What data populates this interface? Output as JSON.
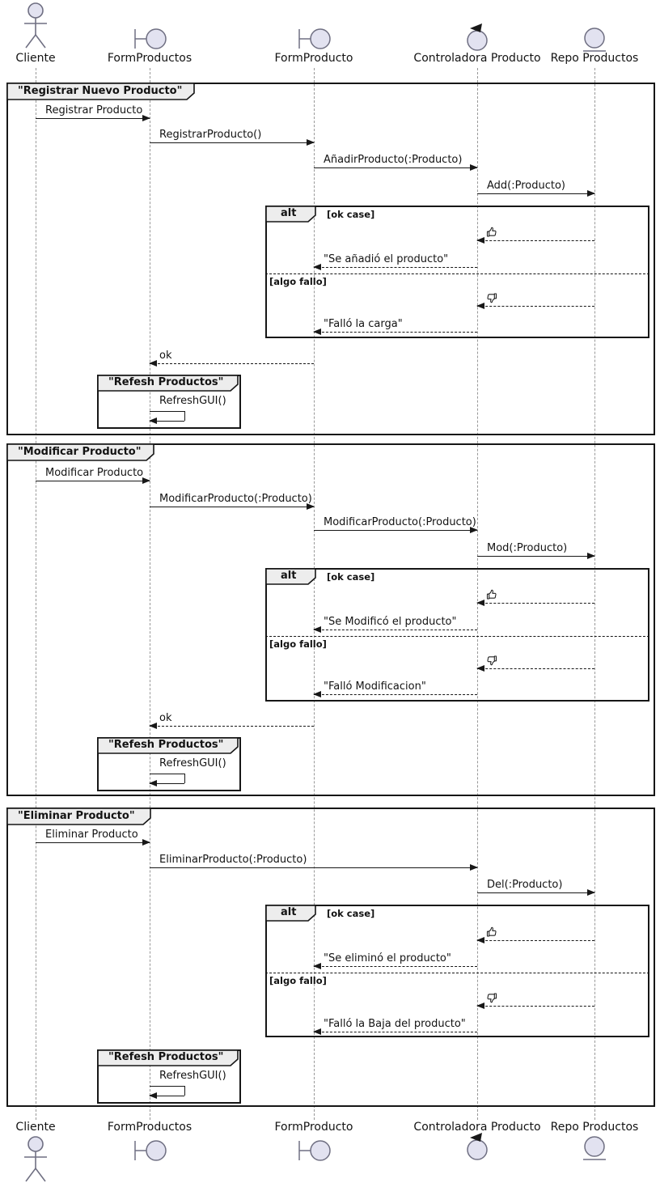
{
  "colors": {
    "background": "#ffffff",
    "frame_border": "#161616",
    "tab_fill": "#ededed",
    "lifeline": "#989898",
    "participant_fill": "#e2e2f0",
    "arrow": "#181818"
  },
  "participants": [
    {
      "name": "Cliente",
      "type": "actor"
    },
    {
      "name": "FormProductos",
      "type": "boundary"
    },
    {
      "name": "FormProducto",
      "type": "boundary"
    },
    {
      "name": "Controladora Producto",
      "type": "control"
    },
    {
      "name": "Repo Productos",
      "type": "entity"
    }
  ],
  "frames": [
    {
      "title": "\"Registrar Nuevo Producto\"",
      "alt": {
        "operator": "alt",
        "guard_ok": "[ok case]",
        "guard_fail": "[algo fallo]"
      },
      "group": {
        "title": "\"Refesh Productos\""
      },
      "messages": [
        {
          "label": "Registrar Producto",
          "from": "Cliente",
          "to": "FormProductos",
          "style": "solid"
        },
        {
          "label": "RegistrarProducto()",
          "from": "FormProductos",
          "to": "FormProducto",
          "style": "solid"
        },
        {
          "label": "AñadirProducto(:Producto)",
          "from": "FormProducto",
          "to": "Controladora Producto",
          "style": "solid"
        },
        {
          "label": "Add(:Producto)",
          "from": "Controladora Producto",
          "to": "Repo Productos",
          "style": "solid"
        },
        {
          "icon": "thumbs-up",
          "from": "Repo Productos",
          "to": "Controladora Producto",
          "style": "dashed"
        },
        {
          "label": "\"Se añadió el producto\"",
          "from": "Controladora Producto",
          "to": "FormProducto",
          "style": "dashed"
        },
        {
          "icon": "thumbs-down",
          "from": "Repo Productos",
          "to": "Controladora Producto",
          "style": "dashed"
        },
        {
          "label": "\"Falló la carga\"",
          "from": "Controladora Producto",
          "to": "FormProducto",
          "style": "dashed"
        },
        {
          "label": "ok",
          "from": "FormProducto",
          "to": "FormProductos",
          "style": "dashed"
        },
        {
          "label": "RefreshGUI()",
          "from": "FormProductos",
          "to": "FormProductos",
          "style": "self"
        }
      ]
    },
    {
      "title": "\"Modificar Producto\"",
      "alt": {
        "operator": "alt",
        "guard_ok": "[ok case]",
        "guard_fail": "[algo fallo]"
      },
      "group": {
        "title": "\"Refesh Productos\""
      },
      "messages": [
        {
          "label": "Modificar Producto",
          "from": "Cliente",
          "to": "FormProductos",
          "style": "solid"
        },
        {
          "label": "ModificarProducto(:Producto)",
          "from": "FormProductos",
          "to": "FormProducto",
          "style": "solid"
        },
        {
          "label": "ModificarProducto(:Producto)",
          "from": "FormProducto",
          "to": "Controladora Producto",
          "style": "solid"
        },
        {
          "label": "Mod(:Producto)",
          "from": "Controladora Producto",
          "to": "Repo Productos",
          "style": "solid"
        },
        {
          "icon": "thumbs-up",
          "from": "Repo Productos",
          "to": "Controladora Producto",
          "style": "dashed"
        },
        {
          "label": "\"Se Modificó el producto\"",
          "from": "Controladora Producto",
          "to": "FormProducto",
          "style": "dashed"
        },
        {
          "icon": "thumbs-down",
          "from": "Repo Productos",
          "to": "Controladora Producto",
          "style": "dashed"
        },
        {
          "label": "\"Falló Modificacion\"",
          "from": "Controladora Producto",
          "to": "FormProducto",
          "style": "dashed"
        },
        {
          "label": "ok",
          "from": "FormProducto",
          "to": "FormProductos",
          "style": "dashed"
        },
        {
          "label": "RefreshGUI()",
          "from": "FormProductos",
          "to": "FormProductos",
          "style": "self"
        }
      ]
    },
    {
      "title": "\"Eliminar Producto\"",
      "alt": {
        "operator": "alt",
        "guard_ok": "[ok case]",
        "guard_fail": "[algo fallo]"
      },
      "group": {
        "title": "\"Refesh Productos\""
      },
      "messages": [
        {
          "label": "Eliminar Producto",
          "from": "Cliente",
          "to": "FormProductos",
          "style": "solid"
        },
        {
          "label": "EliminarProducto(:Producto)",
          "from": "FormProductos",
          "to": "Controladora Producto",
          "style": "solid"
        },
        {
          "label": "Del(:Producto)",
          "from": "Controladora Producto",
          "to": "Repo Productos",
          "style": "solid"
        },
        {
          "icon": "thumbs-up",
          "from": "Repo Productos",
          "to": "Controladora Producto",
          "style": "dashed"
        },
        {
          "label": "\"Se eliminó el producto\"",
          "from": "Controladora Producto",
          "to": "FormProducto",
          "style": "dashed"
        },
        {
          "icon": "thumbs-down",
          "from": "Repo Productos",
          "to": "Controladora Producto",
          "style": "dashed"
        },
        {
          "label": "\"Falló la Baja del producto\"",
          "from": "Controladora Producto",
          "to": "FormProducto",
          "style": "dashed"
        },
        {
          "label": "RefreshGUI()",
          "from": "FormProductos",
          "to": "FormProductos",
          "style": "self"
        }
      ]
    }
  ]
}
